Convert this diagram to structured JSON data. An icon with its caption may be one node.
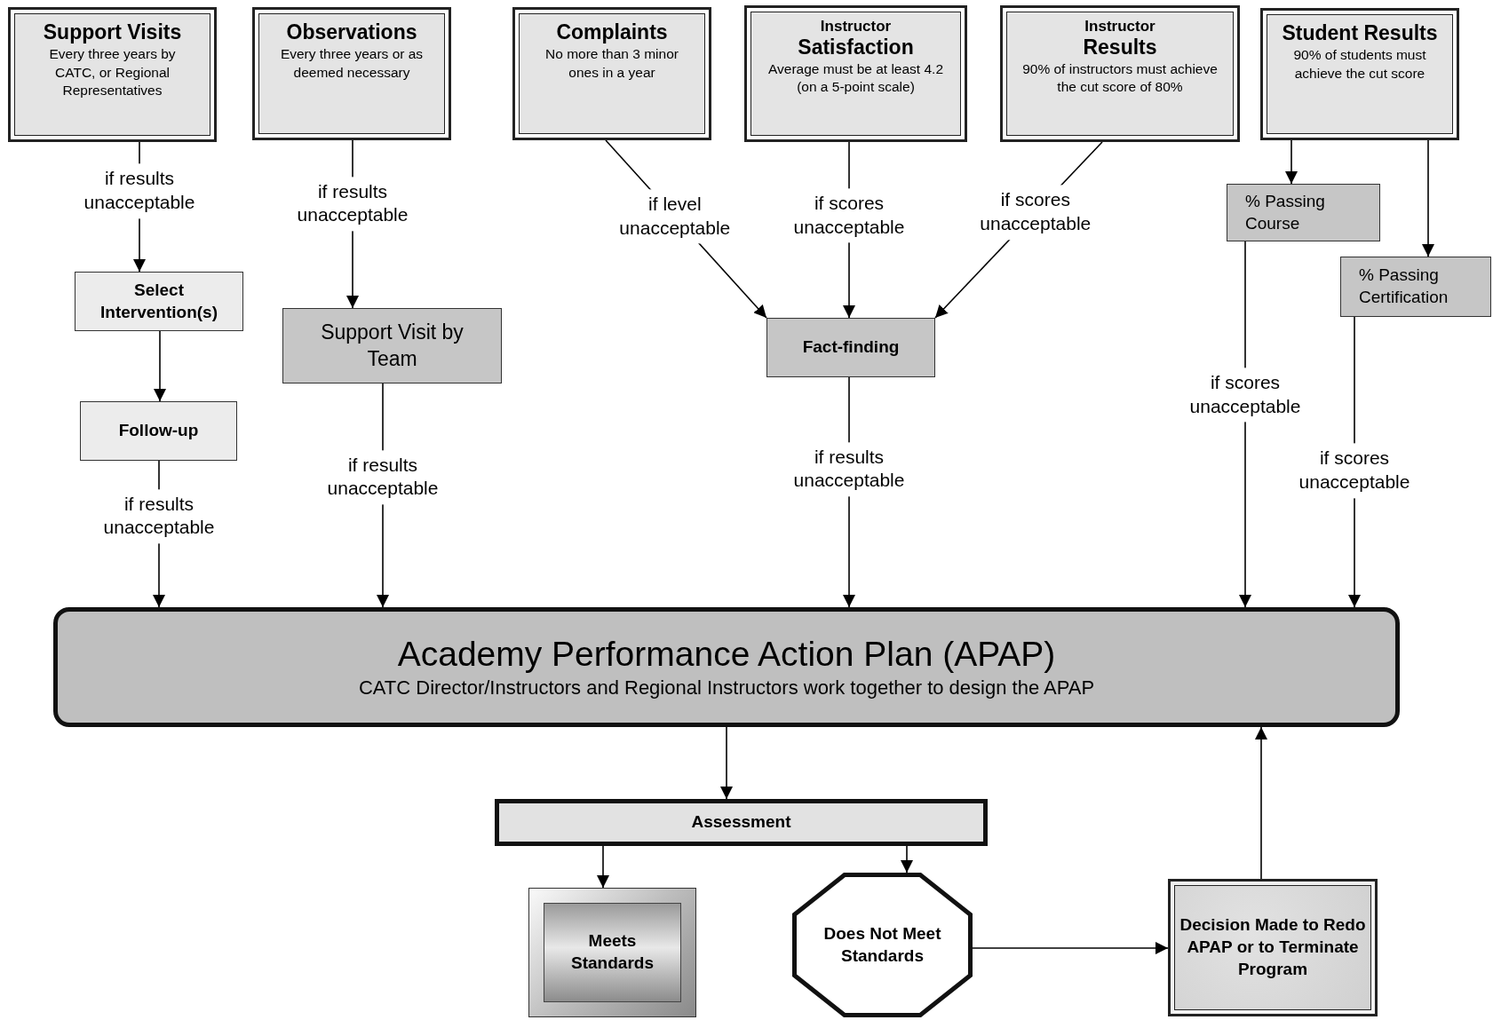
{
  "diagram": {
    "nodes": [
      {
        "text": [
          "Support Visits",
          "Every three years by CATC, or Regional Representatives"
        ]
      },
      {
        "text": [
          "Observations",
          "Every three years or as deemed necessary"
        ]
      },
      {
        "text": [
          "Complaints",
          "No more than 3 minor ones in a year"
        ]
      },
      {
        "text": [
          "Instructor",
          "Satisfaction",
          "Average must be at least 4.2 (on a 5-point scale)"
        ]
      },
      {
        "text": [
          "Instructor",
          "Results",
          "90% of instructors must achieve the cut score of 80%"
        ]
      },
      {
        "text": [
          "Student Results",
          "90% of students must achieve the cut score"
        ]
      },
      {
        "text": [
          "Select Intervention(s)"
        ]
      },
      {
        "text": [
          "Follow-up"
        ]
      },
      {
        "text": [
          "Support Visit by Team"
        ]
      },
      {
        "text": [
          "Fact-finding"
        ]
      },
      {
        "text": [
          "% Passing Course"
        ]
      },
      {
        "text": [
          "% Passing Certification"
        ]
      },
      {
        "text": [
          "Academy Performance Action Plan (APAP)",
          "CATC Director/Instructors and Regional Instructors work together to design the APAP"
        ]
      },
      {
        "text": [
          "Assessment"
        ]
      },
      {
        "text": [
          "Meets Standards"
        ]
      },
      {
        "text": [
          "Does Not Meet Standards"
        ]
      },
      {
        "text": [
          "Decision Made to Redo APAP or to Terminate Program"
        ]
      }
    ],
    "edges": [
      {
        "from": 0,
        "to": 6,
        "arrow": "to",
        "label": "if results unacceptable"
      },
      {
        "from": 6,
        "to": 7,
        "arrow": "to"
      },
      {
        "from": 7,
        "to": 12,
        "arrow": "to",
        "label": "if results unacceptable"
      },
      {
        "from": 1,
        "to": 8,
        "arrow": "to",
        "label": "if results unacceptable"
      },
      {
        "from": 8,
        "to": 12,
        "arrow": "to",
        "label": "if results unacceptable"
      },
      {
        "from": 2,
        "to": 9,
        "arrow": "to",
        "label": "if level unacceptable"
      },
      {
        "from": 3,
        "to": 9,
        "arrow": "to",
        "label": "if scores unacceptable"
      },
      {
        "from": 4,
        "to": 9,
        "arrow": "to",
        "label": "if scores unacceptable"
      },
      {
        "from": 9,
        "to": 12,
        "arrow": "to",
        "label": "if results unacceptable"
      },
      {
        "from": 5,
        "to": 10,
        "arrow": "to"
      },
      {
        "from": 5,
        "to": 11,
        "arrow": "to"
      },
      {
        "from": 10,
        "to": 12,
        "arrow": "to",
        "label": "if scores unacceptable"
      },
      {
        "from": 11,
        "to": 12,
        "arrow": "to",
        "label": "if scores unacceptable"
      },
      {
        "from": 12,
        "to": 13,
        "arrow": "to"
      },
      {
        "from": 13,
        "to": 14,
        "arrow": "to"
      },
      {
        "from": 13,
        "to": 15,
        "arrow": "to"
      },
      {
        "from": 15,
        "to": 16,
        "arrow": "to"
      },
      {
        "from": 16,
        "to": 12,
        "arrow": "to"
      }
    ]
  }
}
